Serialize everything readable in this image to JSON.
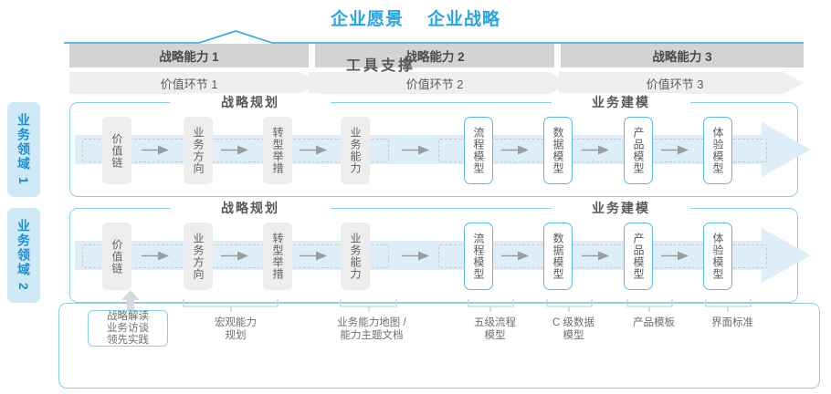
{
  "header": {
    "titles": [
      "企业愿景",
      "企业战略"
    ],
    "accent_color": "#2aa4dc"
  },
  "capability_bar": {
    "cells": [
      {
        "label": "战略能力 1"
      },
      {
        "label": "战略能力 2"
      },
      {
        "label": "战略能力 3"
      }
    ],
    "bg_color": "#d2d4d4",
    "text_color": "#4a4a4a"
  },
  "value_bar": {
    "cells": [
      {
        "label": "价值环节 1"
      },
      {
        "label": "价值环节 2"
      },
      {
        "label": "价值环节 3"
      }
    ],
    "bg_color": "#efefef",
    "text_color": "#5c5c5c"
  },
  "sidebar": {
    "items": [
      {
        "label": "业务领域 1"
      },
      {
        "label": "业务领域 2"
      }
    ],
    "bg_color": "#cfe9f7",
    "text_color": "#1d8fd1"
  },
  "rows": [
    {
      "sections": [
        {
          "label": "战略规划"
        },
        {
          "label": "业务建模"
        }
      ],
      "nodes": [
        {
          "label": "价值链",
          "style": "gray"
        },
        {
          "label": "业务方向",
          "style": "gray"
        },
        {
          "label": "转型举措",
          "style": "gray"
        },
        {
          "label": "业务能力",
          "style": "gray"
        },
        {
          "label": "流程模型",
          "style": "blue"
        },
        {
          "label": "数据模型",
          "style": "blue"
        },
        {
          "label": "产品模型",
          "style": "blue"
        },
        {
          "label": "体验模型",
          "style": "blue"
        }
      ]
    },
    {
      "sections": [
        {
          "label": "战略规划"
        },
        {
          "label": "业务建模"
        }
      ],
      "nodes": [
        {
          "label": "价值链",
          "style": "gray"
        },
        {
          "label": "业务方向",
          "style": "gray"
        },
        {
          "label": "转型举措",
          "style": "gray"
        },
        {
          "label": "业务能力",
          "style": "gray"
        },
        {
          "label": "流程模型",
          "style": "blue"
        },
        {
          "label": "数据模型",
          "style": "blue"
        },
        {
          "label": "产品模型",
          "style": "blue"
        },
        {
          "label": "体验模型",
          "style": "blue"
        }
      ]
    }
  ],
  "tool_support": {
    "label": "工具支撑",
    "strategy_read_box": {
      "lines": [
        "战略解读",
        "业务访谈",
        "领先实践"
      ]
    },
    "labels": [
      {
        "lines": [
          "宏观能力",
          "规划"
        ]
      },
      {
        "lines": [
          "业务能力地图 /",
          "能力主题文档"
        ]
      },
      {
        "lines": [
          "五级流程",
          "模型"
        ]
      },
      {
        "lines": [
          "C 级数据",
          "模型"
        ]
      },
      {
        "lines": [
          "产品模板"
        ]
      },
      {
        "lines": [
          "界面标准"
        ]
      }
    ]
  },
  "colors": {
    "blue_border": "#8ccdeb",
    "blue_node_border": "#5cb8e6",
    "gray_node_bg": "#ededed",
    "arrow_gray": "#9a9b9d",
    "flow_arrow_fill": "#ddeef8"
  }
}
